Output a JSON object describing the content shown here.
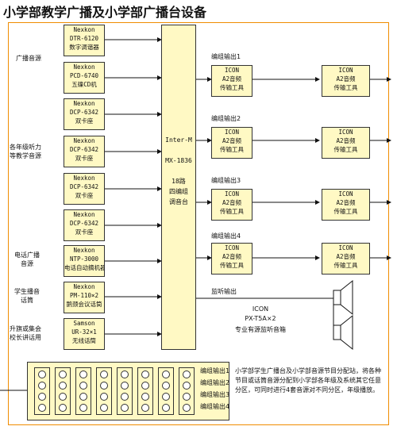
{
  "title": "小学部教学广播及小学部广播台设备",
  "sources": [
    {
      "brand": "Nexkon",
      "model": "DTR-6120",
      "desc": "数字调谐器"
    },
    {
      "brand": "Nexkon",
      "model": "PCD-6740",
      "desc": "五碟CD机"
    },
    {
      "brand": "Nexkon",
      "model": "DCP-6342",
      "desc": "双卡座"
    },
    {
      "brand": "Nexkon",
      "model": "DCP-6342",
      "desc": "双卡座"
    },
    {
      "brand": "Nexkon",
      "model": "DCP-6342",
      "desc": "双卡座"
    },
    {
      "brand": "Nexkon",
      "model": "DCP-6342",
      "desc": "双卡座"
    },
    {
      "brand": "Nexkon",
      "model": "NTP-3000",
      "desc": "电话自动摘机器"
    },
    {
      "brand": "Nexkon",
      "model": "PM-110×2",
      "desc": "鹅颈会议话筒"
    },
    {
      "brand": "Samson",
      "model": "UR-32×1",
      "desc": "无线话筒"
    }
  ],
  "source_groups": [
    {
      "label": "广播音源"
    },
    {
      "label": "各年级听力\n等教学音源"
    },
    {
      "label": "电话广播\n音源"
    },
    {
      "label": "学生播音\n话筒"
    },
    {
      "label": "升旗或集会\n校长讲话用"
    }
  ],
  "matrix": {
    "lines": [
      "Inter-M",
      "",
      "MX-1836",
      "",
      "18路",
      "四编组",
      "调音台"
    ]
  },
  "outputs": [
    {
      "label": "编组输出1"
    },
    {
      "label": "编组输出2"
    },
    {
      "label": "编组输出3"
    },
    {
      "label": "编组输出4"
    }
  ],
  "transmitter": {
    "brand": "ICON",
    "line1": "A2音频",
    "line2": "传输工具"
  },
  "monitor": {
    "label": "监听输出",
    "brand": "ICON",
    "model": "PX-T5A×2",
    "desc": "专业有源监听音箱"
  },
  "mixer_outputs": [
    "编组输出1",
    "编组输出2",
    "编组输出3",
    "编组输出4"
  ],
  "note": "小学部学生广播台及小学部音源节目分配站，将各种节目或话筒音源分配到小学部各年级及系统其它任意分区，可同时进行4套音源对不同分区，年级播放。",
  "colors": {
    "box_fill": "#fff9c4",
    "frame": "#f08c00",
    "line": "#111111"
  }
}
